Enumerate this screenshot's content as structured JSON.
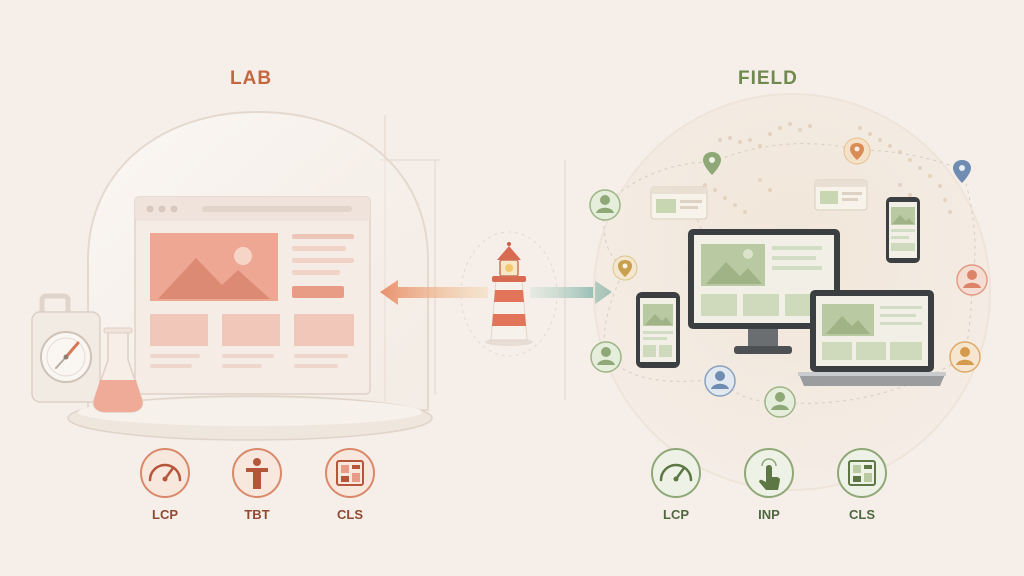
{
  "lab": {
    "title": "LAB",
    "metrics": [
      {
        "label": "LCP",
        "icon": "gauge-icon"
      },
      {
        "label": "TBT",
        "icon": "person-icon"
      },
      {
        "label": "CLS",
        "icon": "layout-shift-icon"
      }
    ],
    "accent": "#c4673f"
  },
  "field": {
    "title": "FIELD",
    "metrics": [
      {
        "label": "LCP",
        "icon": "gauge-icon"
      },
      {
        "label": "INP",
        "icon": "tap-icon"
      },
      {
        "label": "CLS",
        "icon": "layout-shift-icon"
      }
    ],
    "accent": "#6f8a4f"
  },
  "center": {
    "icon": "lighthouse-icon"
  },
  "colors": {
    "background": "#f6efe9",
    "lab_pink": "#eea792",
    "field_green": "#b9c9a2",
    "arrow_teal": "#7fb0a6"
  }
}
